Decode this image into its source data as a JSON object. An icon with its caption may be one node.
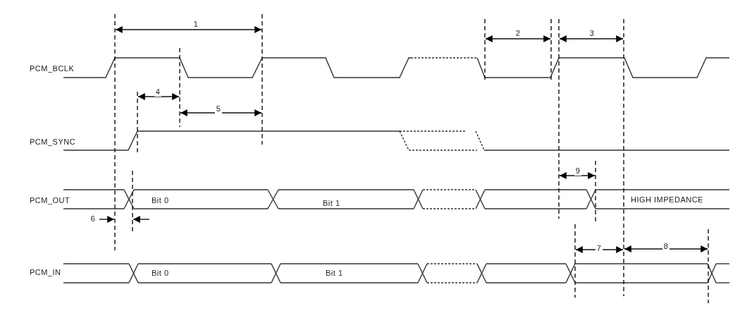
{
  "diagram": {
    "labels": [
      "1",
      "2",
      "3",
      "PCM_BCLK",
      "4",
      "5",
      "PCM_SYNC",
      "9",
      "PCM_OUT",
      "Bit 0",
      "Bit 1",
      "HIGH IMPEDANCE",
      "6",
      "7",
      "8",
      "PCM_IN",
      "Bit 0",
      "Bit 1"
    ]
  }
}
